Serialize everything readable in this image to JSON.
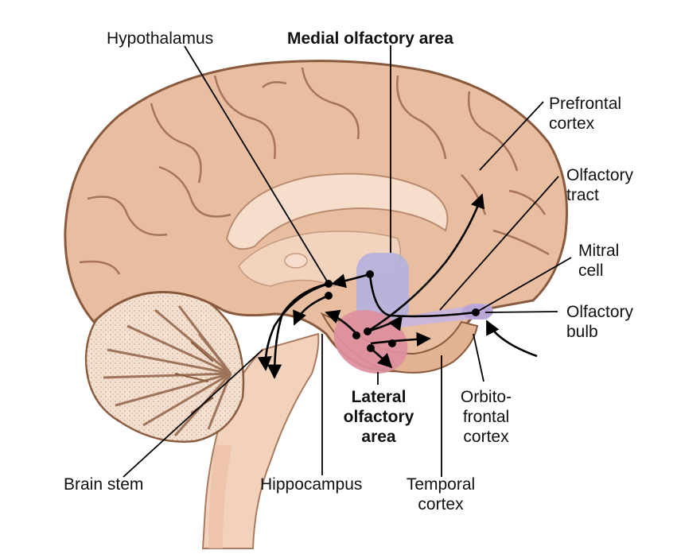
{
  "labels": {
    "hypothalamus": "Hypothalamus",
    "medial_olfactory_area": "Medial olfactory area",
    "prefrontal_cortex": [
      "Prefrontal",
      "cortex"
    ],
    "olfactory_tract": [
      "Olfactory",
      "tract"
    ],
    "mitral_cell": [
      "Mitral",
      "cell"
    ],
    "olfactory_bulb": [
      "Olfactory",
      "bulb"
    ],
    "orbitofrontal_cortex": [
      "Orbito-",
      "frontal",
      "cortex"
    ],
    "lateral_olfactory_area": [
      "Lateral",
      "olfactory",
      "area"
    ],
    "temporal_cortex": [
      "Temporal",
      "cortex"
    ],
    "hippocampus": "Hippocampus",
    "brain_stem": "Brain stem"
  },
  "colors": {
    "cortex_fill": "#e9bd9f",
    "cortex_outline": "#8a5a3e",
    "inner_light": "#f6ddcc",
    "cerebellum": "#f3e0d0",
    "brainstem": "#f2d2bd",
    "medial_area": "#b6b2dc",
    "lateral_area": "#dd8f9e",
    "olfactory_bulb": "#b9a6d8",
    "pathway": "#000000"
  }
}
